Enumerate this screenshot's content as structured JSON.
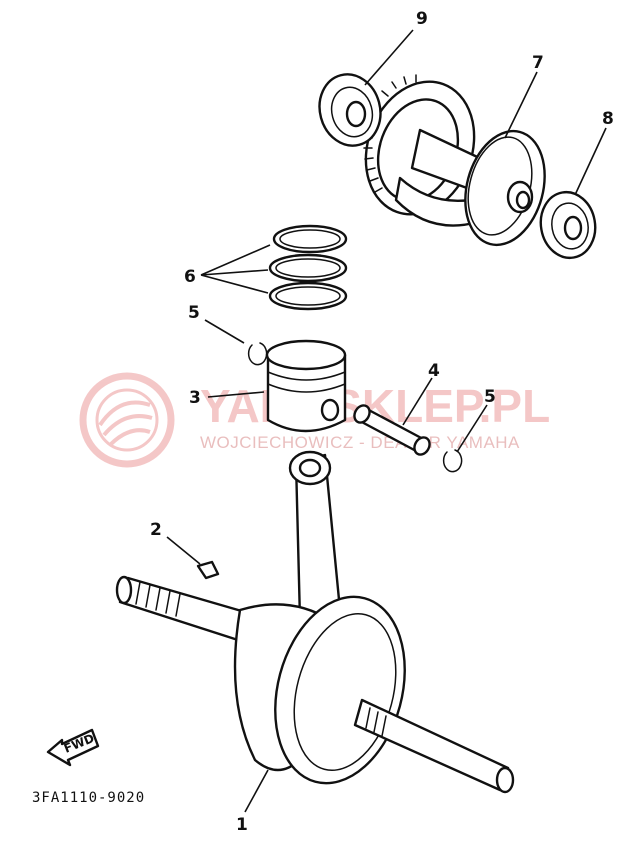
{
  "callouts": [
    {
      "id": "1",
      "label": "1"
    },
    {
      "id": "2",
      "label": "2"
    },
    {
      "id": "3",
      "label": "3"
    },
    {
      "id": "4",
      "label": "4"
    },
    {
      "id": "5a",
      "label": "5"
    },
    {
      "id": "5b",
      "label": "5"
    },
    {
      "id": "6",
      "label": "6"
    },
    {
      "id": "7",
      "label": "7"
    },
    {
      "id": "8",
      "label": "8"
    },
    {
      "id": "9",
      "label": "9"
    }
  ],
  "diagram_code": "3FA1110-9020",
  "fwd_label": "FWD",
  "watermark": {
    "title": "YAMASKLEP.PL",
    "subtitle": "WOJCIECHOWICZ - DEALER YAMAHA"
  },
  "colors": {
    "ink": "#111111",
    "watermark": "#e06060"
  }
}
